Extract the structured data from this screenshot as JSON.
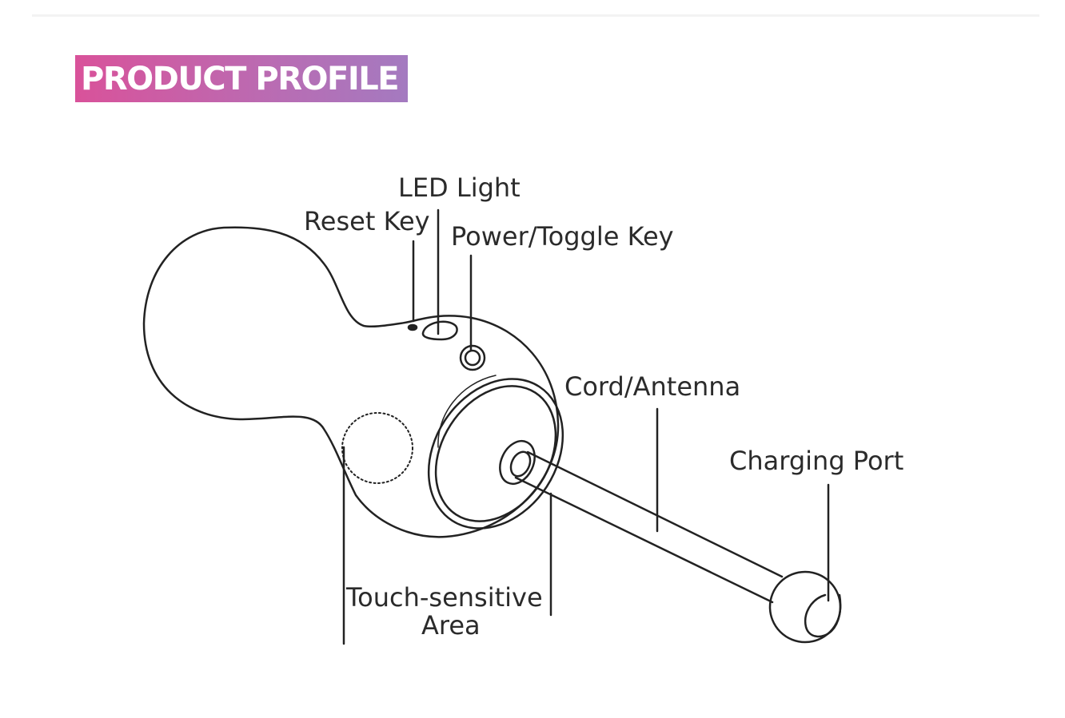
{
  "title": "PRODUCT PROFILE",
  "colors": {
    "title_gradient_start": "#d9529a",
    "title_gradient_end": "#a47ac0",
    "line": "#222222",
    "text": "#2b2b2b"
  },
  "labels": {
    "led_light": "LED Light",
    "reset_key": "Reset Key",
    "power_toggle_key": "Power/Toggle Key",
    "cord_antenna": "Cord/Antenna",
    "charging_port": "Charging Port",
    "touch_sensitive_line1": "Touch-sensitive",
    "touch_sensitive_line2": "Area"
  }
}
